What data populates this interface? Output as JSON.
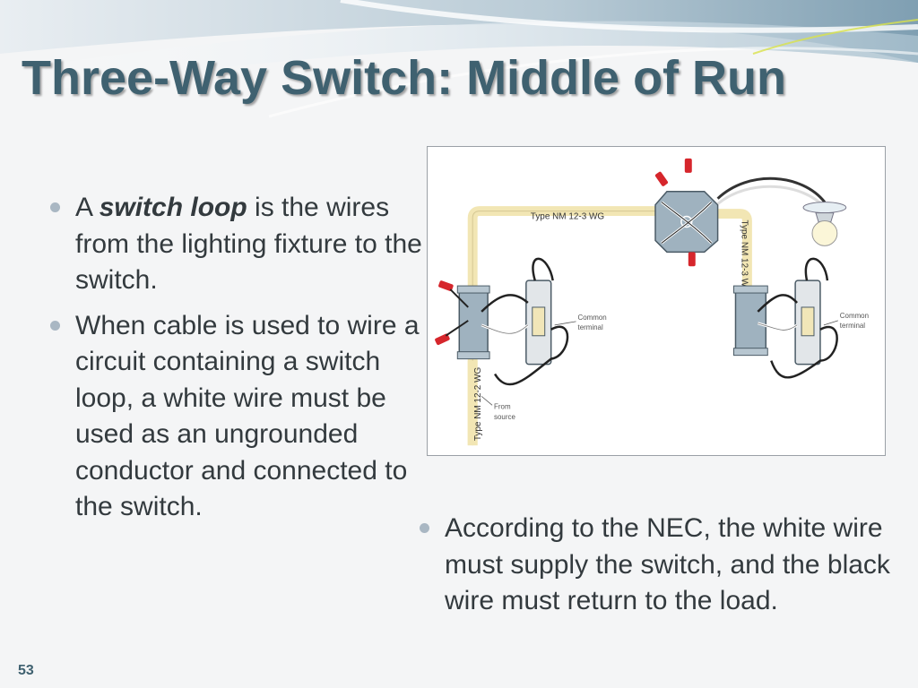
{
  "slide": {
    "title": "Three-Way Switch: Middle of Run",
    "number": "53"
  },
  "bullets_left": [
    {
      "prefix": "A ",
      "emphasis": "switch loop",
      "rest": " is the wires from the lighting fixture to the switch."
    },
    {
      "text": "When cable is used to wire a circuit containing a switch loop, a white wire must be used as an ungrounded conductor and connected to the switch."
    }
  ],
  "bullets_right": [
    {
      "text": "According to the NEC, the white wire must supply the switch, and the black wire must return to the load."
    }
  ],
  "diagram": {
    "cable_top": "Type NM 12-3 WG",
    "cable_right": "Type NM 12-3 WG",
    "cable_left": "Type NM 12-2 WG",
    "common_left_1": "Common",
    "common_left_2": "terminal",
    "common_right_1": "Common",
    "common_right_2": "terminal",
    "from_1": "From",
    "from_2": "source"
  },
  "colors": {
    "title": "#3f6170",
    "bullet": "#a9b7c3",
    "cable": "#f2e6b4",
    "wire_nut": "#d6262c"
  }
}
